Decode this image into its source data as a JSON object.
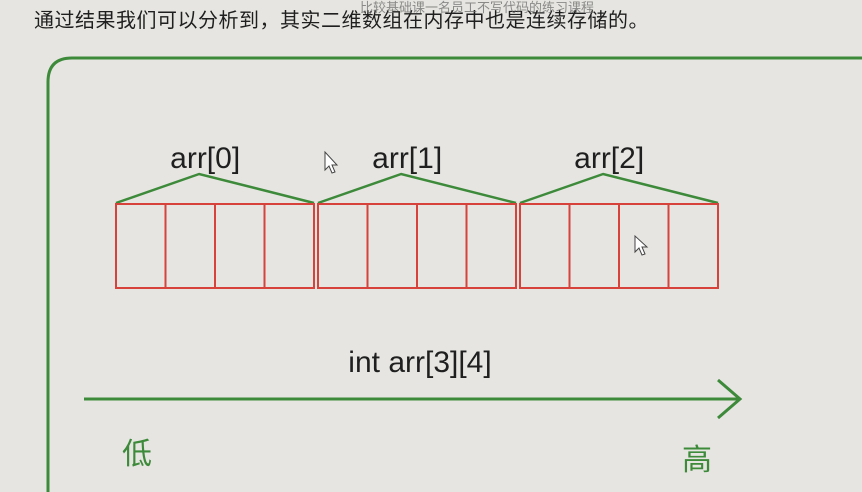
{
  "header": {
    "text": "通过结果我们可以分析到，其实二维数组在内存中也是连续存储的。",
    "overlay_caption": "比较基础课一名员工不写代码的练习课程"
  },
  "diagram": {
    "rows": [
      {
        "label": "arr[0]"
      },
      {
        "label": "arr[1]"
      },
      {
        "label": "arr[2]"
      }
    ],
    "cells_per_row": 4,
    "declaration": "int arr[3][4]",
    "low_label": "低",
    "high_label": "高",
    "colors": {
      "frame": "#3d8a3a",
      "brace": "#3d8a3a",
      "cell": "#d7433a",
      "arrow": "#3d8a3a",
      "low_high": "#3d8a3a",
      "text": "#1f1f1f"
    }
  }
}
